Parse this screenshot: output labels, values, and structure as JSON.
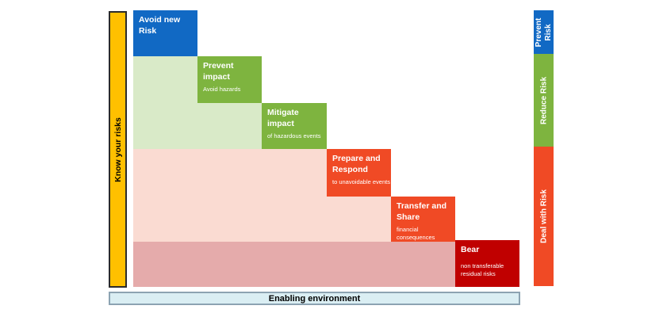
{
  "diagram": {
    "left_bar": {
      "label": "Know your risks",
      "color": "#FFC000",
      "border_color": "#2B2B2B"
    },
    "steps": [
      {
        "title": "Avoid new Risk",
        "subtitle": "",
        "color": "#1169C4"
      },
      {
        "title": "Prevent impact",
        "subtitle": "Avoid hazards",
        "color": "#7EB43F"
      },
      {
        "title": "Mitigate impact",
        "subtitle": "of hazardous events",
        "color": "#7EB43F"
      },
      {
        "title": "Prepare and Respond",
        "subtitle": "to unavoidable events",
        "color": "#F04A25"
      },
      {
        "title": "Transfer and Share",
        "subtitle": "financial consequences",
        "color": "#F04A25"
      },
      {
        "title": "Bear",
        "subtitle": "non transferable residual risks",
        "color": "#C00000"
      }
    ],
    "backgrounds": [
      {
        "name": "reduce-risk-zone",
        "color": "#D9EAC8"
      },
      {
        "name": "deal-with-risk-zone-light",
        "color": "#FADBD2"
      },
      {
        "name": "deal-with-risk-zone-dark",
        "color": "#E5ABAB"
      }
    ],
    "right_bar": {
      "segments": [
        {
          "label": "Prevent Risk",
          "color": "#1169C4"
        },
        {
          "label": "Reduce Risk",
          "color": "#7EB43F"
        },
        {
          "label": "Deal with Risk",
          "color": "#F04A25"
        }
      ]
    },
    "footer": {
      "label": "Enabling environment",
      "color": "#DAEEF3",
      "border_color": "#8CA3B2"
    }
  }
}
